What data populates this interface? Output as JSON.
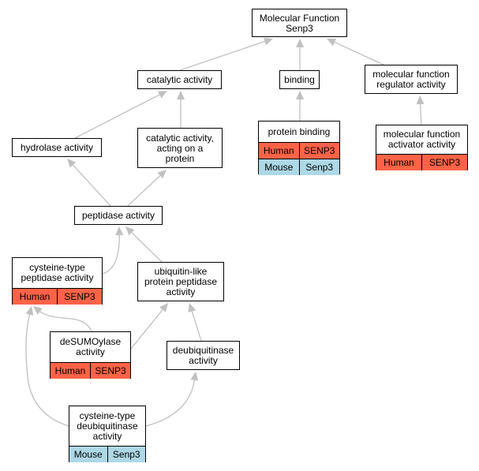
{
  "colors": {
    "edge": "#c0c0c0",
    "human": "#ff6347",
    "mouse": "#add8e6",
    "node_border": "#000000",
    "node_fill": "#ffffff"
  },
  "nodes": [
    {
      "id": "root",
      "label": "Molecular Function\nSenp3",
      "rows": []
    },
    {
      "id": "catalytic",
      "label": "catalytic activity",
      "rows": []
    },
    {
      "id": "binding",
      "label": "binding",
      "rows": []
    },
    {
      "id": "mfra",
      "label": "molecular function\nregulator activity",
      "rows": []
    },
    {
      "id": "hydrolase",
      "label": "hydrolase activity",
      "rows": []
    },
    {
      "id": "catprot",
      "label": "catalytic activity,\nacting on a\nprotein",
      "rows": []
    },
    {
      "id": "protbind",
      "label": "protein binding",
      "rows": [
        {
          "species": "Human",
          "gene": "SENP3"
        },
        {
          "species": "Mouse",
          "gene": "Senp3"
        }
      ]
    },
    {
      "id": "mfaa",
      "label": "molecular function\nactivator activity",
      "rows": [
        {
          "species": "Human",
          "gene": "SENP3"
        }
      ]
    },
    {
      "id": "peptidase",
      "label": "peptidase activity",
      "rows": []
    },
    {
      "id": "cysteine",
      "label": "cysteine-type\npeptidase activity",
      "rows": [
        {
          "species": "Human",
          "gene": "SENP3"
        }
      ]
    },
    {
      "id": "ubl",
      "label": "ubiquitin-like\nprotein peptidase\nactivity",
      "rows": []
    },
    {
      "id": "desumo",
      "label": "deSUMOylase\nactivity",
      "rows": [
        {
          "species": "Human",
          "gene": "SENP3"
        }
      ]
    },
    {
      "id": "deubiq",
      "label": "deubiquitinase\nactivity",
      "rows": []
    },
    {
      "id": "cysdeub",
      "label": "cysteine-type\ndeubiquitinase\nactivity",
      "rows": [
        {
          "species": "Mouse",
          "gene": "Senp3"
        }
      ]
    }
  ],
  "edges": [
    {
      "from": "catalytic",
      "to": "root"
    },
    {
      "from": "binding",
      "to": "root"
    },
    {
      "from": "mfra",
      "to": "root"
    },
    {
      "from": "hydrolase",
      "to": "catalytic"
    },
    {
      "from": "catprot",
      "to": "catalytic"
    },
    {
      "from": "protbind",
      "to": "binding"
    },
    {
      "from": "mfaa",
      "to": "mfra"
    },
    {
      "from": "peptidase",
      "to": "hydrolase"
    },
    {
      "from": "peptidase",
      "to": "catprot"
    },
    {
      "from": "cysteine",
      "to": "peptidase"
    },
    {
      "from": "ubl",
      "to": "peptidase"
    },
    {
      "from": "desumo",
      "to": "cysteine"
    },
    {
      "from": "desumo",
      "to": "ubl"
    },
    {
      "from": "deubiq",
      "to": "ubl"
    },
    {
      "from": "cysdeub",
      "to": "cysteine"
    },
    {
      "from": "cysdeub",
      "to": "deubiq"
    }
  ]
}
